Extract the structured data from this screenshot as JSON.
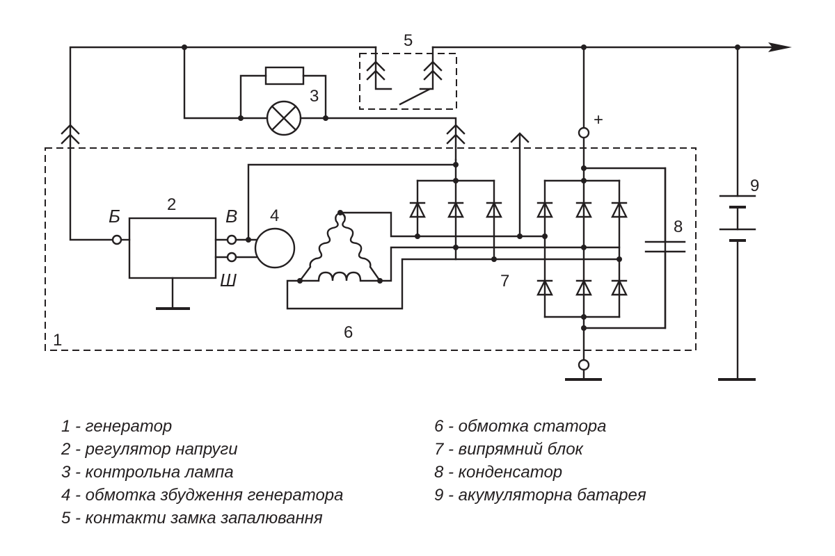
{
  "diagram": {
    "component_numbers": {
      "generator": "1",
      "regulator": "2",
      "lamp": "3",
      "excitation_winding": "4",
      "ignition_contacts": "5",
      "stator_winding": "6",
      "rectifier": "7",
      "capacitor": "8",
      "battery": "9"
    },
    "terminals": {
      "b": "Б",
      "v": "В",
      "sh": "Ш",
      "plus": "+"
    }
  },
  "legend": {
    "left": [
      "1 - генератор",
      "2 - регулятор напруги",
      "3 - контрольна лампа",
      "4 - обмотка збудження генератора",
      "5 - контакти замка запалювання"
    ],
    "right": [
      "6 - обмотка статора",
      "7 - випрямний блок",
      "8 - конденсатор",
      "9 - акумуляторна батарея"
    ]
  }
}
